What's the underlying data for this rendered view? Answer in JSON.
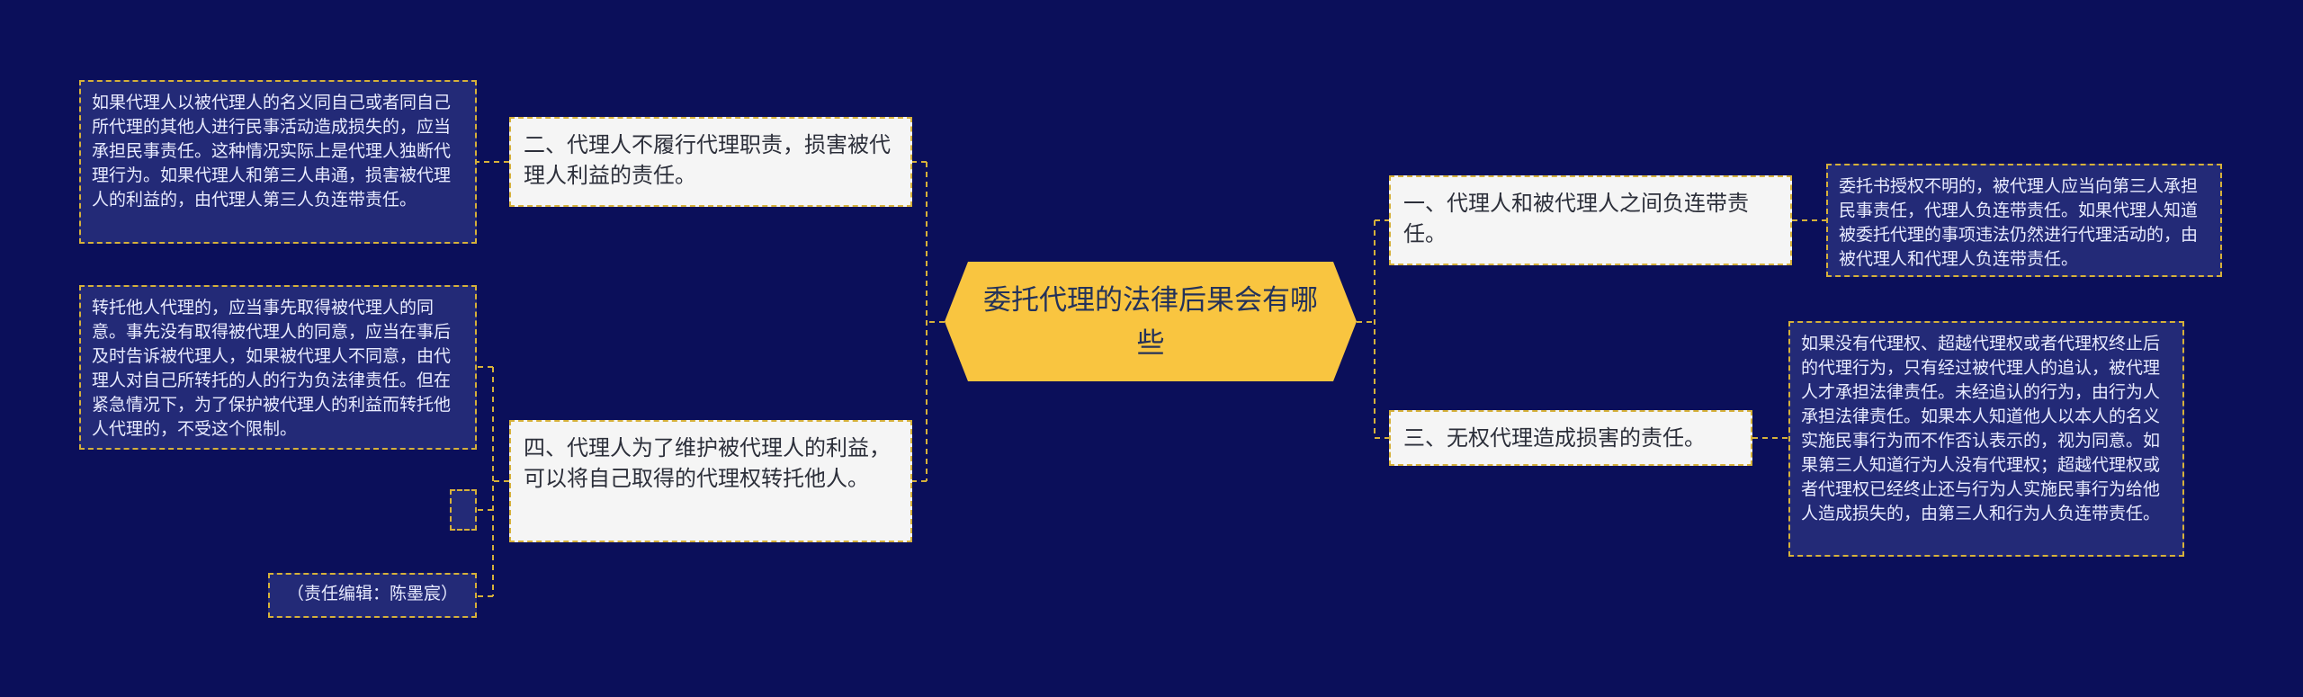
{
  "center": {
    "title": "委托代理的法律后果会有哪些"
  },
  "branches": [
    {
      "label": "二、代理人不履行代理职责，损害被代理人利益的责任。"
    },
    {
      "label": "四、代理人为了维护被代理人的利益，可以将自己取得的代理权转托他人。"
    },
    {
      "label": "一、代理人和被代理人之间负连带责任。"
    },
    {
      "label": "三、无权代理造成损害的责任。"
    }
  ],
  "leaves": [
    {
      "text": "如果代理人以被代理人的名义同自己或者同自己所代理的其他人进行民事活动造成损失的，应当承担民事责任。这种情况实际上是代理人独断代理行为。如果代理人和第三人串通，损害被代理人的利益的，由代理人第三人负连带责任。"
    },
    {
      "text": "转托他人代理的，应当事先取得被代理人的同意。事先没有取得被代理人的同意，应当在事后及时告诉被代理人，如果被代理人不同意，由代理人对自己所转托的人的行为负法律责任。但在紧急情况下，为了保护被代理人的利益而转托他人代理的，不受这个限制。"
    },
    {
      "text": "委托书授权不明的，被代理人应当向第三人承担民事责任，代理人负连带责任。如果代理人知道被委托代理的事项违法仍然进行代理活动的，由被代理人和代理人负连带责任。"
    },
    {
      "text": "如果没有代理权、超越代理权或者代理权终止后的代理行为，只有经过被代理人的追认，被代理人才承担法律责任。未经追认的行为，由行为人承担法律责任。如果本人知道他人以本人的名义实施民事行为而不作否认表示的，视为同意。如果第三人知道行为人没有代理权；超越代理权或者代理权已经终止还与行为人实施民事行为给他人造成损失的，由第三人和行为人负连带责任。"
    }
  ],
  "credit": {
    "text": "（责任编辑：陈墨宸）"
  },
  "colors": {
    "background": "#0b0f5a",
    "center": "#f9c540",
    "branch": "#f5f5f5",
    "leaf": "#232a77",
    "connector": "#d6b13a"
  }
}
